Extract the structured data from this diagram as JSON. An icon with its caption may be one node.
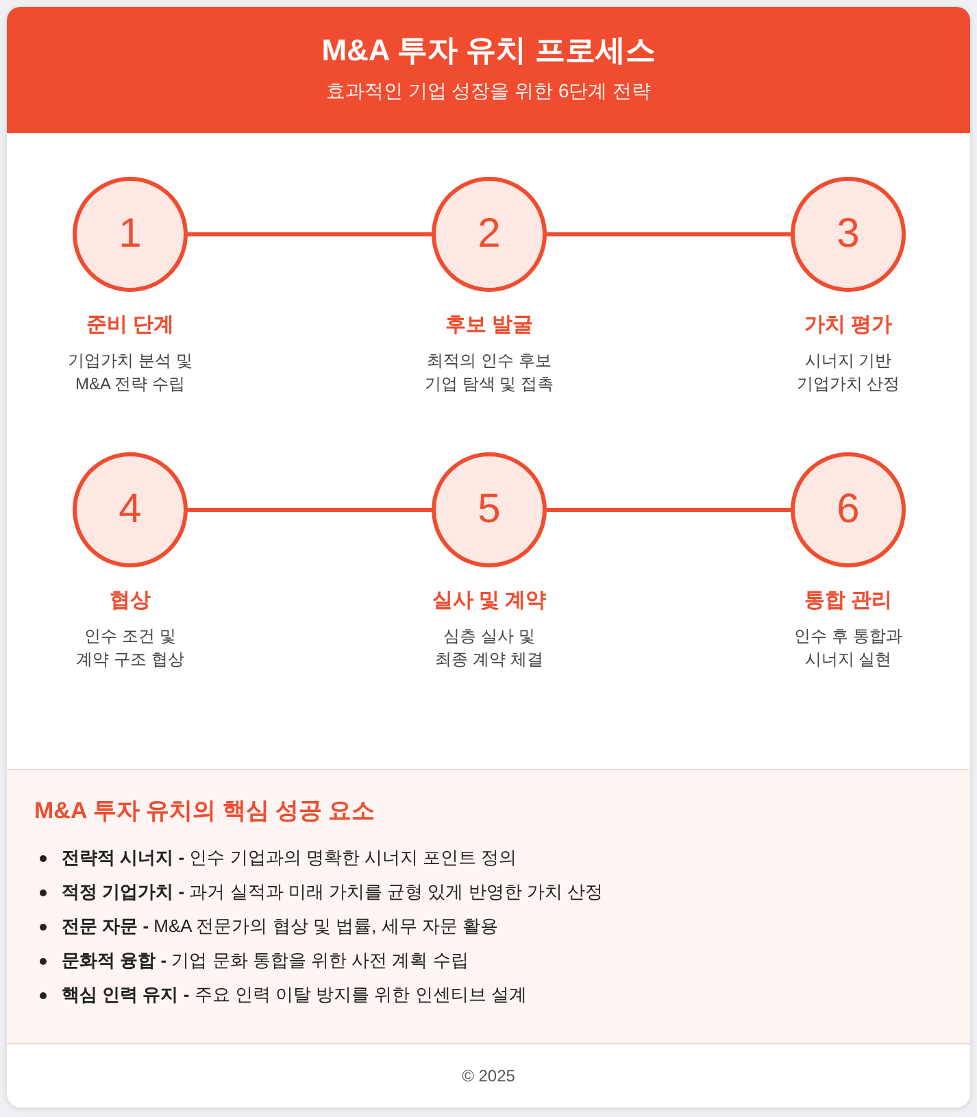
{
  "diagram": {
    "title": "M&A 투자 유치 프로세스",
    "nodes": [
      {
        "text": [
          "1"
        ],
        "beside": [
          "준비 단계",
          "기업가치 분석 및 M&A 전략 수립"
        ]
      },
      {
        "text": [
          "2"
        ],
        "beside": [
          "후보 발굴",
          "최적의 인수 후보 기업 탐색 및 접촉"
        ]
      },
      {
        "text": [
          "3"
        ],
        "beside": [
          "가치 평가",
          "시너지 기반 기업가치 산정"
        ]
      },
      {
        "text": [
          "4"
        ],
        "beside": [
          "협상",
          "인수 조건 및 계약 구조 협상"
        ]
      },
      {
        "text": [
          "5"
        ],
        "beside": [
          "실사 및 계약",
          "심층 실사 및 최종 계약 체결"
        ]
      },
      {
        "text": [
          "6"
        ],
        "beside": [
          "통합 관리",
          "인수 후 통합과 시너지 실현"
        ]
      },
      {
        "text": [
          "M&A 투자 유치의 핵심 성공 요소",
          "**전략적 시너지 -** 인수 기업과의 명확한 시너지 포인트 정의",
          "**적정 기업가치 -** 과거 실적과 미래 가치를 균형 있게 반영한 가치 산정",
          "**전문 자문 -** M&A 전문가의 협상 및 법률, 세무 자문 활용",
          "**문화적 융합 -** 기업 문화 통합을 위한 사전 계획 수립",
          "**핵심 인력 유지 -** 주요 인력 이탈 방지를 위한 인센티브 설계"
        ]
      }
    ],
    "edges": [
      {
        "from": 0,
        "to": 1,
        "arrow": "none"
      },
      {
        "from": 1,
        "to": 2,
        "arrow": "none"
      },
      {
        "from": 3,
        "to": 4,
        "arrow": "none"
      },
      {
        "from": 4,
        "to": 5,
        "arrow": "none"
      }
    ],
    "labels": [
      "효과적인 기업 성장을 위한 6단계 전략",
      "© 2025"
    ]
  }
}
